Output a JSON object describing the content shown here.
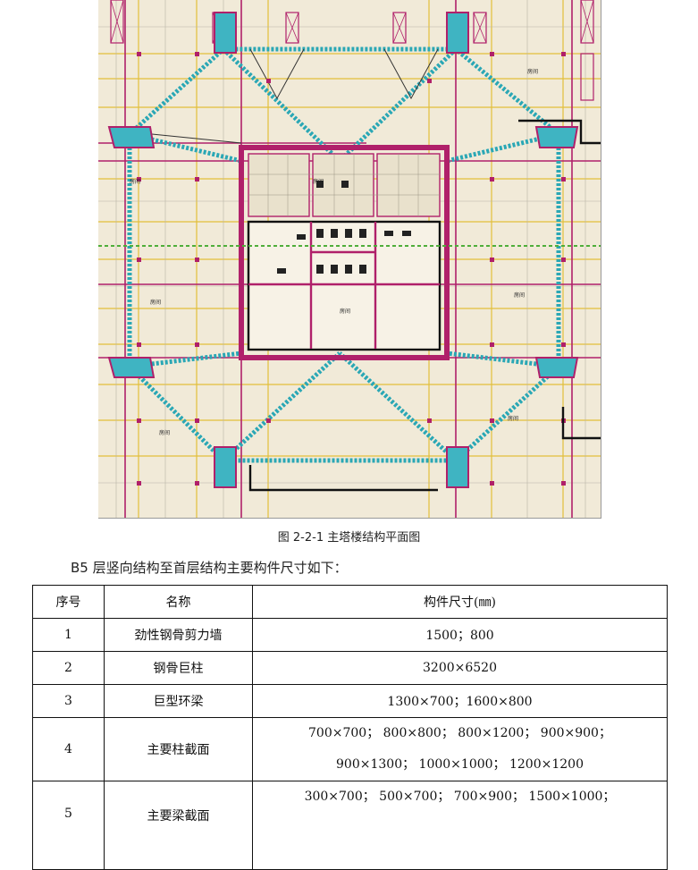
{
  "figure": {
    "caption": "图 2-2-1 主塔楼结构平面图",
    "room_marks": [
      "房间",
      "房间",
      "房间",
      "房间",
      "房间",
      "房间",
      "房间",
      "房间"
    ]
  },
  "intro_text": "B5 层竖向结构至首层结构主要构件尺寸如下：",
  "table": {
    "headers": [
      "序号",
      "名称",
      "构件尺寸(㎜)"
    ],
    "rows": [
      {
        "no": "1",
        "name": "劲性钢骨剪力墙",
        "size": [
          "1500；800"
        ]
      },
      {
        "no": "2",
        "name": "钢骨巨柱",
        "size": [
          "3200×6520"
        ]
      },
      {
        "no": "3",
        "name": "巨型环梁",
        "size": [
          "1300×700；1600×800"
        ]
      },
      {
        "no": "4",
        "name": "主要柱截面",
        "size": [
          "700×700；  800×800；  800×1200；  900×900；",
          "900×1300；  1000×1000；  1200×1200"
        ]
      },
      {
        "no": "5",
        "name": "主要梁截面",
        "size": [
          "300×700；   500×700；  700×900；  1500×1000；"
        ]
      }
    ]
  },
  "colors": {
    "plan_bg": "#f1ead8",
    "magenta": "#b0206a",
    "cyan": "#2aa7b5",
    "yellow": "#e7c43a",
    "teal_block": "#3fb4c2"
  }
}
